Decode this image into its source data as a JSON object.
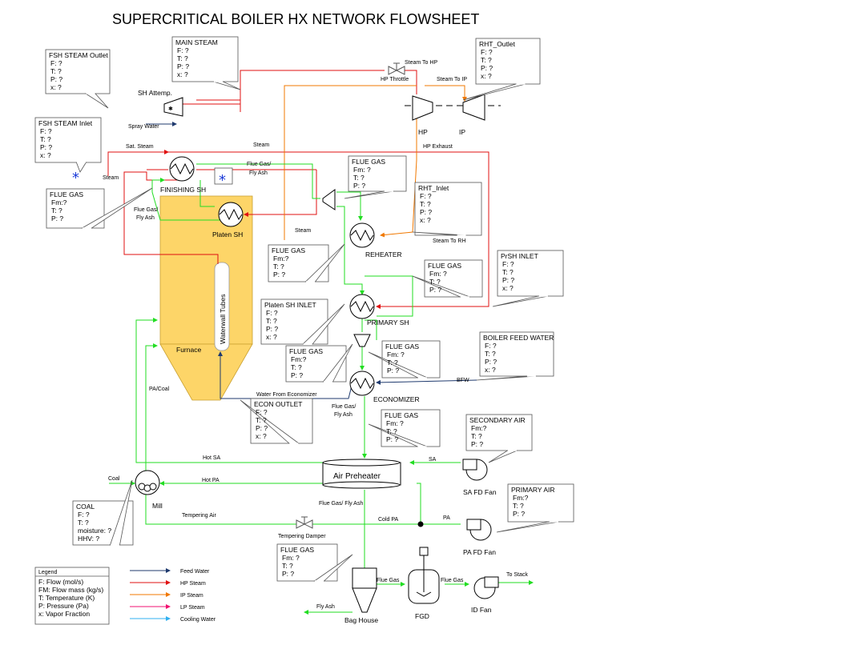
{
  "title": "SUPERCRITICAL BOILER HX NETWORK FLOWSHEET",
  "colors": {
    "feed_water": "#1f3a6e",
    "hp_steam": "#e01010",
    "ip_steam": "#f07800",
    "lp_steam": "#f01070",
    "cooling_water": "#30b0f0",
    "flue_gas": "#22dd22",
    "furnace": "#fdd568"
  },
  "equipment": {
    "sh_attemp": "SH Attemp.",
    "spray_water": "Spray Water",
    "hp": "HP",
    "ip": "IP",
    "finishing_sh": "FINISHING SH",
    "platen_sh": "Platen SH",
    "reheater": "REHEATER",
    "primary_sh": "PRIMARY SH",
    "economizer": "ECONOMIZER",
    "furnace": "Furnace",
    "waterwall": "Waterwall Tubes",
    "air_preheater": "Air Preheater",
    "mill": "Mill",
    "sa_fd_fan": "SA FD Fan",
    "pa_fd_fan": "PA FD Fan",
    "bag_house": "Bag House",
    "fgd": "FGD",
    "id_fan": "ID Fan"
  },
  "stream_labels": {
    "steam_to_hp": "Steam To HP",
    "hp_throttle": "HP Throttle",
    "steam_to_ip": "Steam To IP",
    "sat_steam": "Sat. Steam",
    "steam_top": "Steam",
    "hp_exhaust": "HP Exhaust",
    "steam_left": "Steam",
    "flue_gas_fly_ash_1": "Flue Gas/",
    "flue_gas_fly_ash_1b": "Fly Ash",
    "flue_gas_fly_ash_2": "Flue Gas/",
    "flue_gas_fly_ash_2b": "Fly Ash",
    "steam_mid": "Steam",
    "steam_to_rh": "Steam To RH",
    "pa_coal": "PA/Coal",
    "water_from_economizer": "Water From Economizer",
    "bfw": "BFW",
    "flue_gas_fly_ash_3": "Flue Gas/",
    "flue_gas_fly_ash_3b": "Fly Ash",
    "hot_sa": "Hot SA",
    "sa": "SA",
    "coal": "Coal",
    "hot_pa": "Hot PA",
    "flue_gas_fly_ash_4": "Flue Gas/ Fly Ash",
    "tempering_air": "Tempering Air",
    "cold_pa": "Cold PA",
    "pa": "PA",
    "tempering_damper": "Tempering Damper",
    "flue_gas_bh": "Flue Gas",
    "flue_gas_fgd": "Flue Gas",
    "to_stack": "To Stack",
    "fly_ash": "Fly Ash"
  },
  "callouts": {
    "fsh_outlet": {
      "title": "FSH STEAM Outlet",
      "lines": [
        "F: ?",
        "T: ?",
        "P: ?",
        "x: ?"
      ]
    },
    "main_steam": {
      "title": "MAIN STEAM",
      "lines": [
        "F: ?",
        "T: ?",
        "P: ?",
        "x: ?"
      ]
    },
    "rht_outlet": {
      "title": "RHT_Outlet",
      "lines": [
        "F: ?",
        "T: ?",
        "P: ?",
        "x: ?"
      ]
    },
    "fsh_inlet": {
      "title": "FSH STEAM Inlet",
      "lines": [
        "F: ?",
        "T: ?",
        "P: ?",
        "x: ?"
      ]
    },
    "fg_finishing": {
      "title": "FLUE GAS",
      "lines": [
        "Fm:?",
        "T: ?",
        "P: ?"
      ]
    },
    "fg_reheater_top": {
      "title": "FLUE GAS",
      "lines": [
        "Fm: ?",
        "T: ?",
        "P: ?"
      ]
    },
    "rht_inlet": {
      "title": "RHT_Inlet",
      "lines": [
        "F: ?",
        "T: ?",
        "P: ?",
        "x: ?"
      ]
    },
    "fg_reheater_left": {
      "title": "FLUE GAS",
      "lines": [
        "Fm:?",
        "T: ?",
        "P: ?"
      ]
    },
    "fg_primary_right": {
      "title": "FLUE GAS",
      "lines": [
        "Fm: ?",
        "T: ?",
        "P: ?"
      ]
    },
    "prsh_inlet": {
      "title": "PrSH INLET",
      "lines": [
        "F: ?",
        "T: ?",
        "P: ?",
        "x: ?"
      ]
    },
    "platen_inlet": {
      "title": "Platen SH INLET",
      "lines": [
        "F: ?",
        "T: ?",
        "P: ?",
        "x: ?"
      ]
    },
    "fg_econ_left": {
      "title": "FLUE GAS",
      "lines": [
        "Fm:?",
        "T: ?",
        "P: ?"
      ]
    },
    "fg_econ_right": {
      "title": "FLUE GAS",
      "lines": [
        "Fm: ?",
        "T: ?",
        "P: ?"
      ]
    },
    "bfw": {
      "title": "BOILER FEED WATER",
      "lines": [
        "F: ?",
        "T: ?",
        "P: ?",
        "x: ?"
      ]
    },
    "econ_outlet": {
      "title": "ECON OUTLET",
      "lines": [
        "F: ?",
        "T: ?",
        "P: ?",
        "x: ?"
      ]
    },
    "fg_aph": {
      "title": "FLUE GAS",
      "lines": [
        "Fm: ?",
        "T: ?",
        "P: ?"
      ]
    },
    "secondary_air": {
      "title": "SECONDARY AIR",
      "lines": [
        "Fm:?",
        "T: ?",
        "P: ?"
      ]
    },
    "coal": {
      "title": "COAL",
      "lines": [
        "F: ?",
        "T: ?",
        "moisture: ?",
        "HHV: ?"
      ]
    },
    "primary_air": {
      "title": "PRIMARY AIR",
      "lines": [
        "Fm:?",
        "T: ?",
        "P: ?"
      ]
    },
    "fg_baghouse": {
      "title": "FLUE GAS",
      "lines": [
        "Fm: ?",
        "T: ?",
        "P: ?"
      ]
    }
  },
  "legend": {
    "title": "Legend",
    "lines": [
      "F: Flow (mol/s)",
      "FM: Flow mass (kg/s)",
      "T: Temperature (K)",
      "P: Pressure (Pa)",
      "x: Vapor Fraction"
    ],
    "items": [
      {
        "label": "Feed Water",
        "color": "#1f3a6e"
      },
      {
        "label": "HP Steam",
        "color": "#e01010"
      },
      {
        "label": "IP Steam",
        "color": "#f07800"
      },
      {
        "label": "LP Steam",
        "color": "#f01070"
      },
      {
        "label": "Cooling Water",
        "color": "#30b0f0"
      }
    ]
  }
}
